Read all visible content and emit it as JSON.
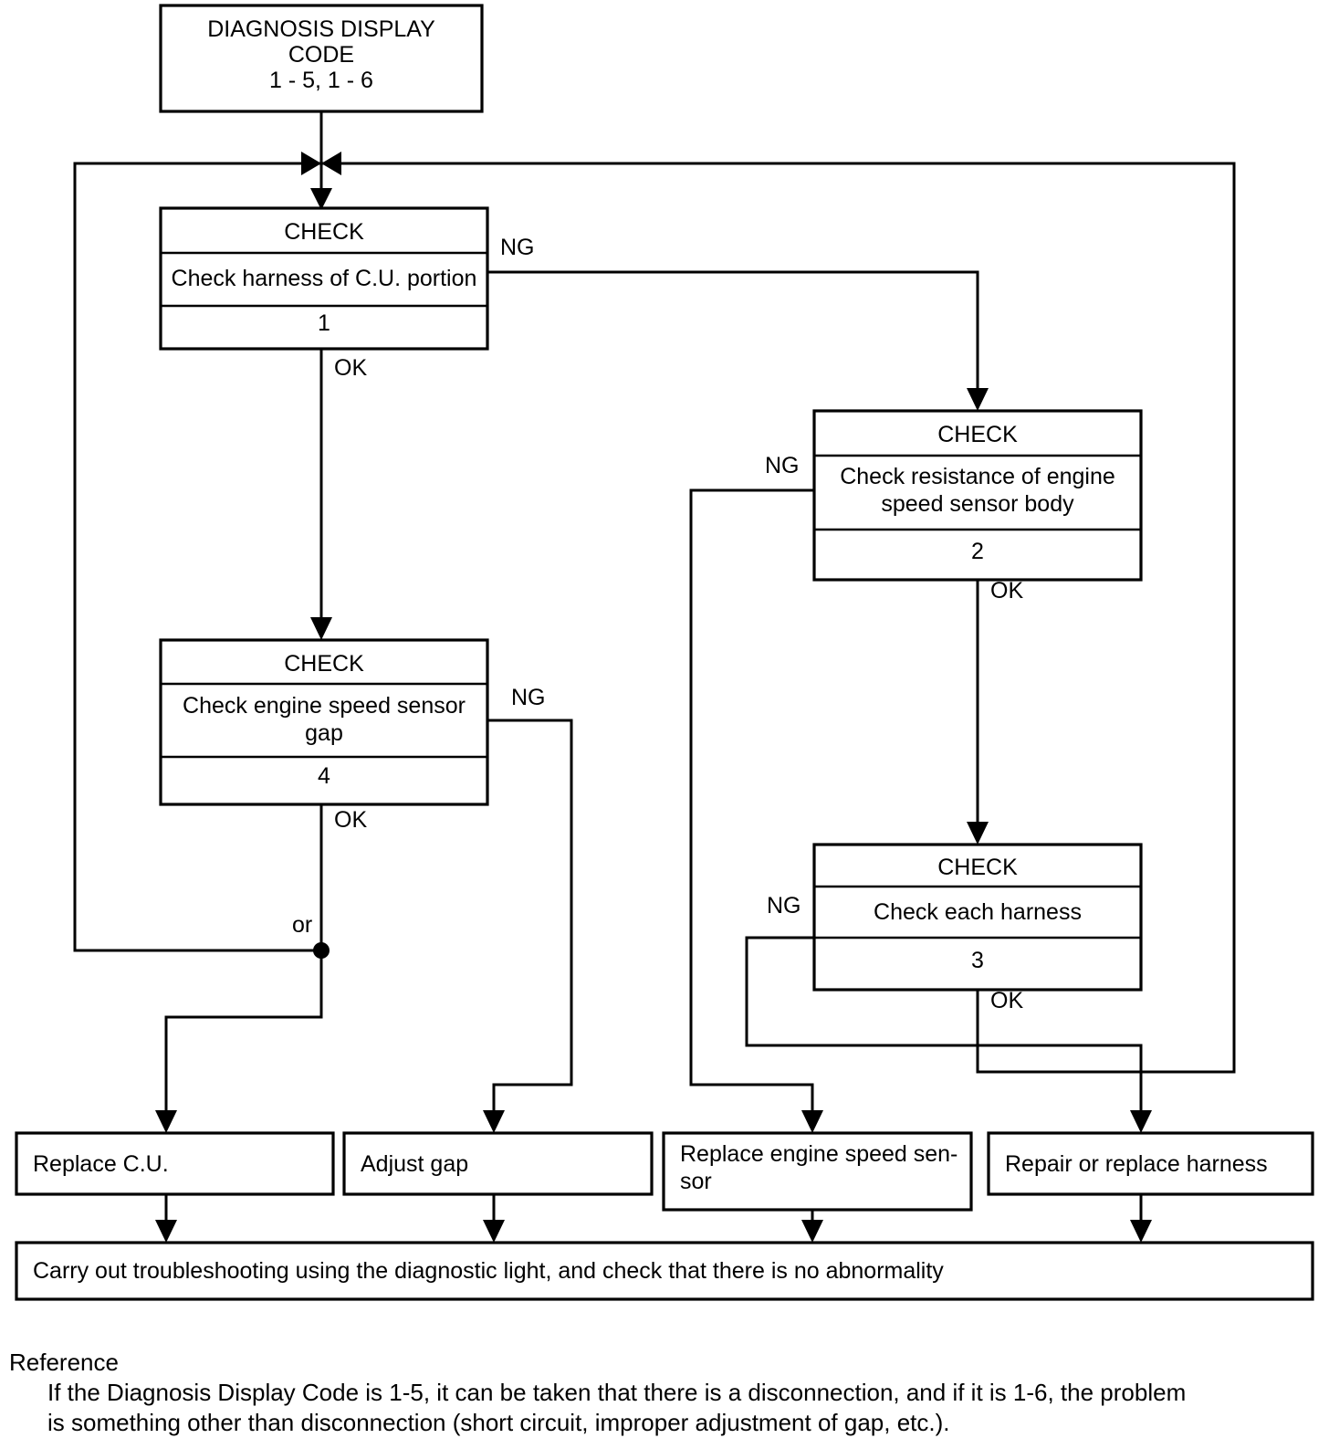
{
  "diagram": {
    "type": "troubleshooting-flowchart",
    "start_box": {
      "lines": [
        "DIAGNOSIS DISPLAY",
        "CODE",
        "1 - 5, 1 - 6"
      ]
    },
    "check_boxes": [
      {
        "id": "check-1",
        "title": "CHECK",
        "body": [
          "Check harness of C.U. portion"
        ],
        "number": "1",
        "ok_label": "OK",
        "ng_label": "NG"
      },
      {
        "id": "check-2",
        "title": "CHECK",
        "body": [
          "Check resistance of engine",
          "speed sensor body"
        ],
        "number": "2",
        "ok_label": "OK",
        "ng_label": "NG"
      },
      {
        "id": "check-3",
        "title": "CHECK",
        "body": [
          "Check each harness"
        ],
        "number": "3",
        "ok_label": "OK",
        "ng_label": "NG"
      },
      {
        "id": "check-4",
        "title": "CHECK",
        "body": [
          "Check engine speed sensor",
          "gap"
        ],
        "number": "4",
        "ok_label": "OK",
        "ng_label": "NG"
      }
    ],
    "or_label": "or",
    "action_boxes": [
      {
        "id": "action-replace-cu",
        "lines": [
          "Replace C.U."
        ]
      },
      {
        "id": "action-adjust-gap",
        "lines": [
          "Adjust gap"
        ]
      },
      {
        "id": "action-replace-sensor",
        "lines": [
          "Replace engine speed sen-",
          "sor"
        ]
      },
      {
        "id": "action-repair-harness",
        "lines": [
          "Repair or replace harness"
        ]
      }
    ],
    "final_box": {
      "text": "Carry out troubleshooting using the diagnostic light, and check that there is no abnormality"
    }
  },
  "reference": {
    "heading": "Reference",
    "line1": "If the Diagnosis Display Code is 1-5, it can be taken that there is a disconnection, and if it is 1-6, the problem",
    "line2": "is something other than disconnection (short circuit, improper adjustment of gap, etc.)."
  },
  "colors": {
    "ink": "#000000",
    "paper": "#ffffff"
  }
}
